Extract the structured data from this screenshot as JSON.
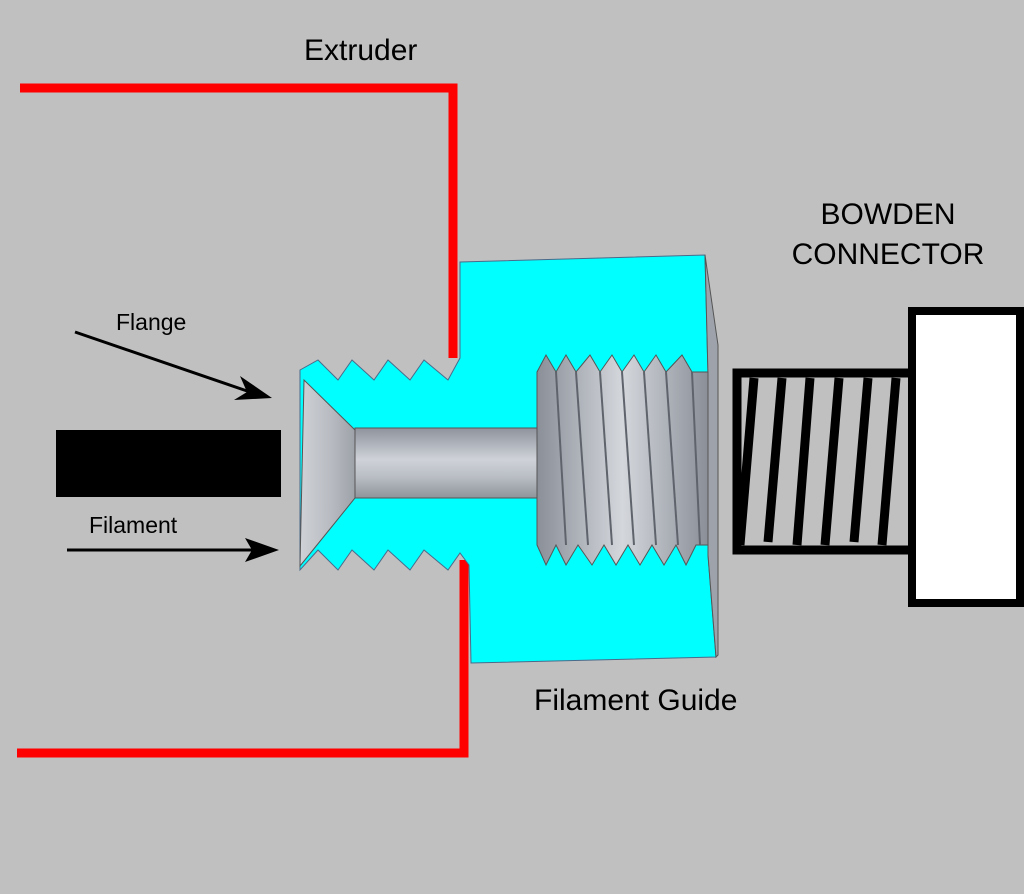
{
  "diagram": {
    "title": "Bowden extruder filament guide cross-section",
    "labels": {
      "extruder": "Extruder",
      "bowden_line1": "BOWDEN",
      "bowden_line2": "CONNECTOR",
      "filament_guide": "Filament Guide",
      "flange": "Flange",
      "filament": "Filament"
    },
    "colors": {
      "background": "#c0c0c0",
      "extruder_outline": "#ff0000",
      "filament_guide": "#00ffff",
      "filament": "#000000",
      "connector_body": "#ffffff",
      "metal": "#a9adb5"
    },
    "components": [
      {
        "id": "extruder",
        "name": "Extruder"
      },
      {
        "id": "filament-guide",
        "name": "Filament Guide"
      },
      {
        "id": "bowden-connector",
        "name": "Bowden Connector"
      },
      {
        "id": "filament",
        "name": "Filament"
      },
      {
        "id": "flange",
        "name": "Flange"
      }
    ]
  }
}
